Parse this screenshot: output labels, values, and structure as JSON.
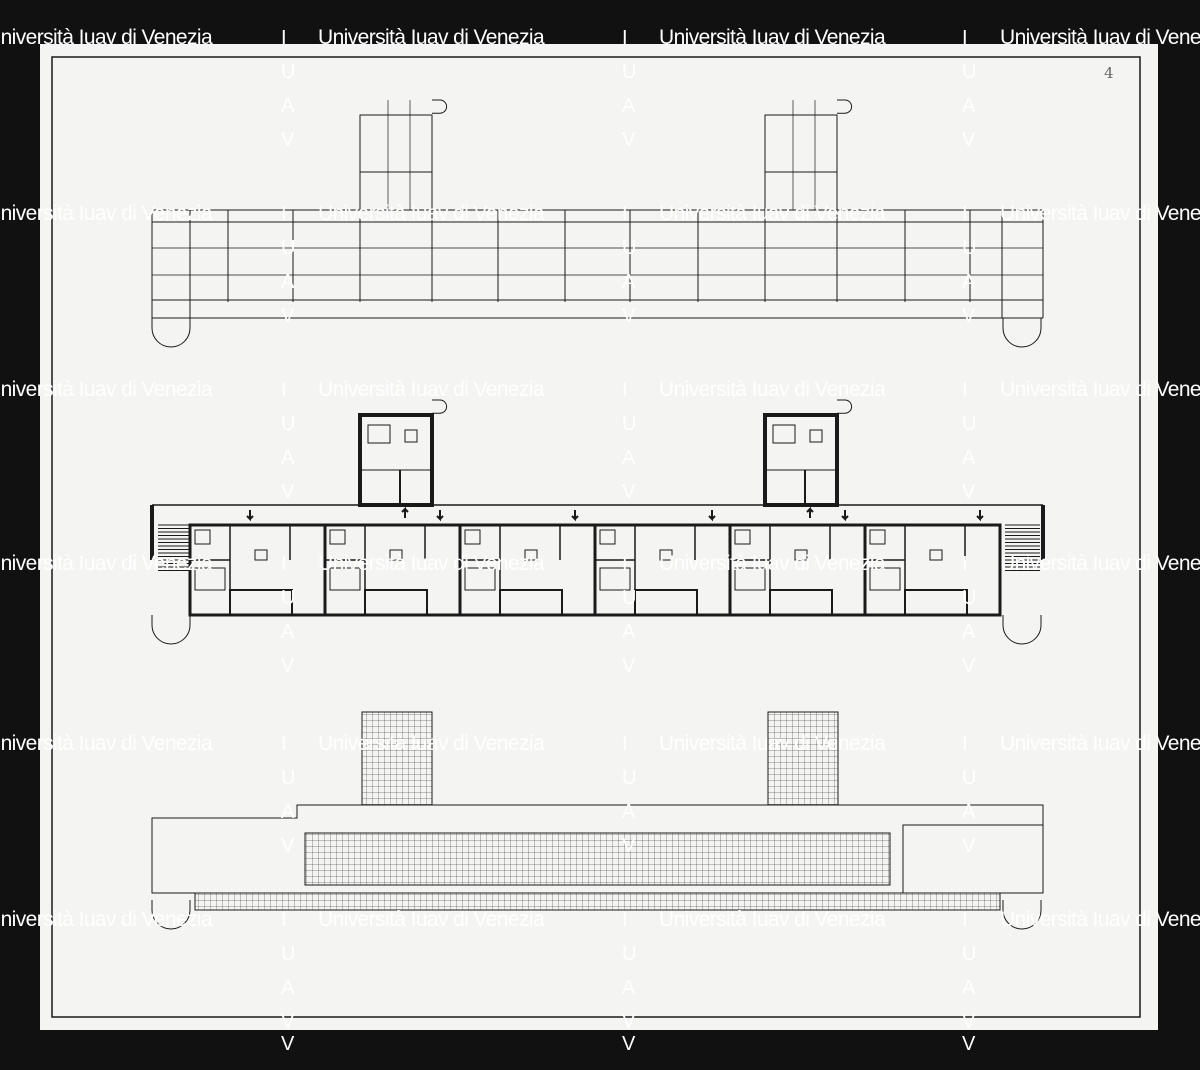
{
  "watermark": {
    "text": "Università Iuav di Venezia",
    "letters": [
      "I",
      "U",
      "A",
      "V"
    ],
    "bottom_letter": "V"
  },
  "sheet": {
    "page_number": "4",
    "panels": [
      "roof-plan",
      "floor-plan",
      "ground-plan"
    ]
  },
  "colors": {
    "ink": "#1a1a1a",
    "paper": "#f4f4f2",
    "background": "#111111",
    "watermark": "#ffffff"
  }
}
